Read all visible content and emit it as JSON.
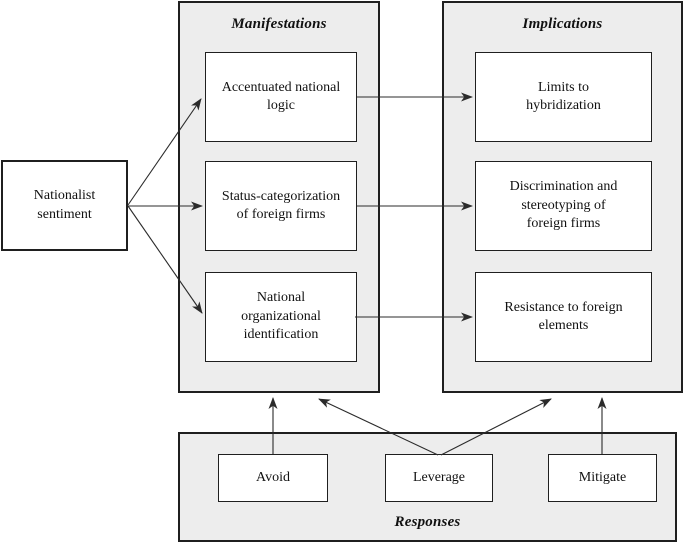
{
  "figure": {
    "type": "concept-model-diagram",
    "source_node": {
      "label": "Nationalist sentiment"
    },
    "panels": {
      "manifestations": {
        "title": "Manifestations",
        "items": [
          "Accentuated national logic",
          "Status-categorization of foreign firms",
          "National organizational identification"
        ]
      },
      "implications": {
        "title": "Implications",
        "items": [
          "Limits to hybridization",
          "Discrimination and stereotyping of foreign firms",
          "Resistance to foreign elements"
        ]
      },
      "responses": {
        "title": "Responses",
        "items": [
          "Avoid",
          "Leverage",
          "Mitigate"
        ]
      }
    },
    "edges": [
      {
        "from": "nationalist-sentiment",
        "to": "accentuated-national-logic"
      },
      {
        "from": "nationalist-sentiment",
        "to": "status-categorization-of-foreign-firms"
      },
      {
        "from": "nationalist-sentiment",
        "to": "national-organizational-identification"
      },
      {
        "from": "accentuated-national-logic",
        "to": "limits-to-hybridization"
      },
      {
        "from": "status-categorization-of-foreign-firms",
        "to": "discrimination-and-stereotyping-of-foreign-firms"
      },
      {
        "from": "national-organizational-identification",
        "to": "resistance-to-foreign-elements"
      },
      {
        "from": "avoid",
        "to": "manifestations-panel"
      },
      {
        "from": "leverage",
        "to": "manifestations-panel"
      },
      {
        "from": "leverage",
        "to": "implications-panel"
      },
      {
        "from": "mitigate",
        "to": "implications-panel"
      }
    ],
    "colors": {
      "page_bg": "#ffffff",
      "panel_bg": "#ededed",
      "box_bg": "#ffffff",
      "border": "#1f1f1f",
      "arrow": "#2b2b2b",
      "text": "#111111"
    }
  }
}
